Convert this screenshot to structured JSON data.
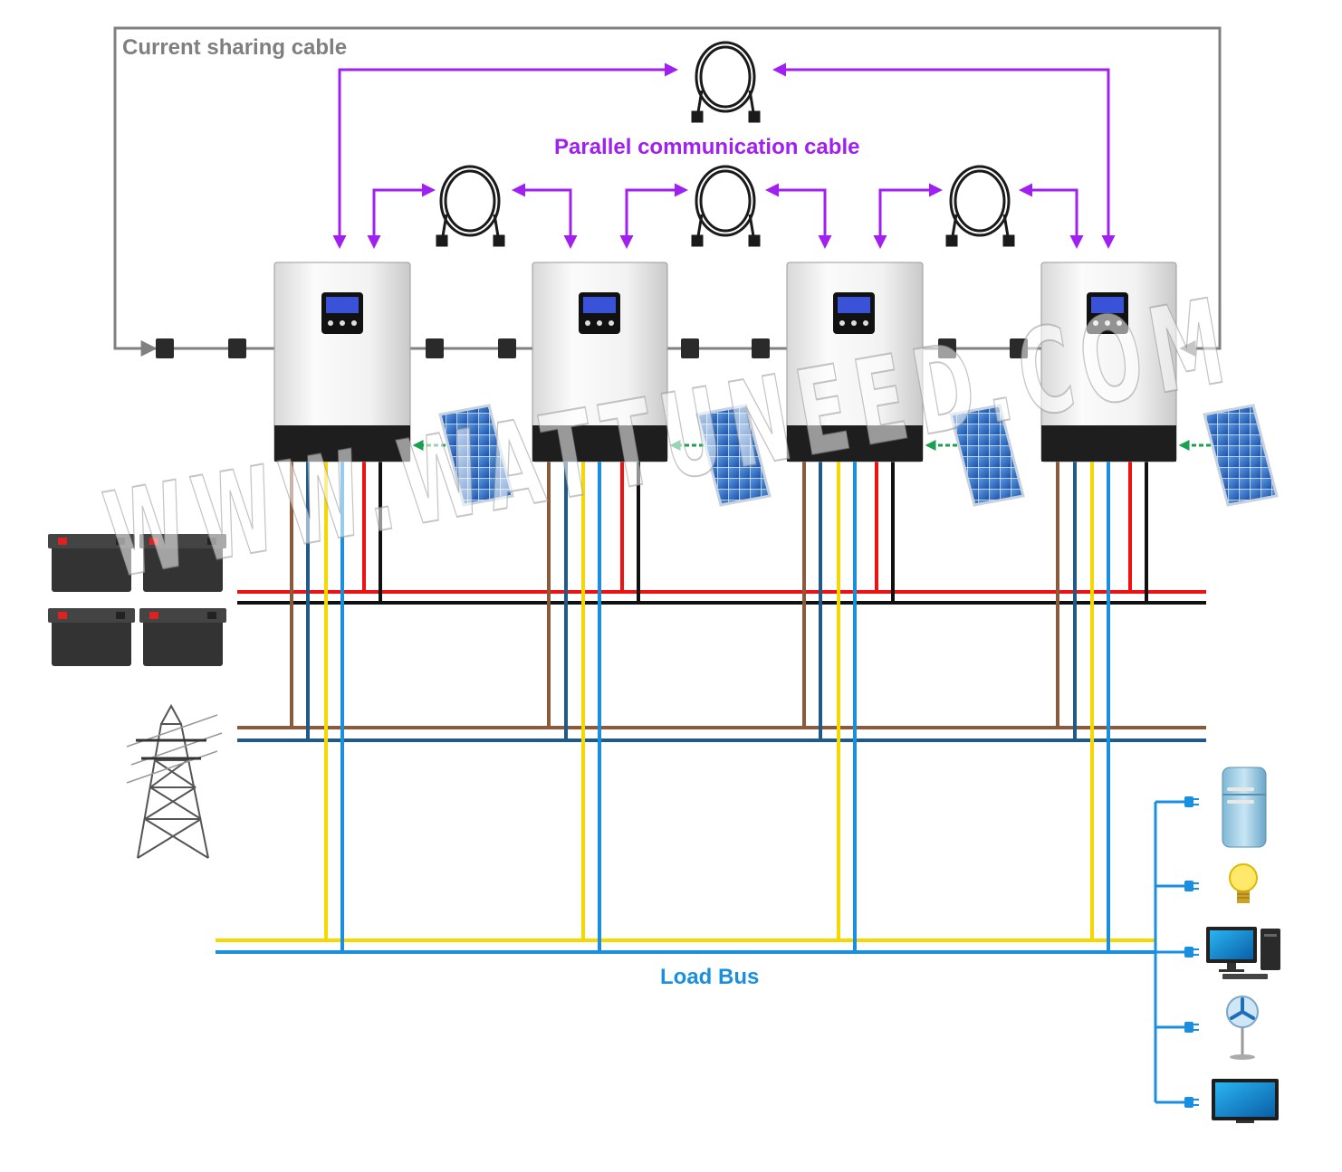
{
  "labels": {
    "current_sharing": "Current sharing cable",
    "parallel_comm": "Parallel communication cable",
    "load_bus": "Load Bus"
  },
  "watermark": "WWW.WATTUNEED.COM",
  "colors": {
    "current_sharing": "#808080",
    "parallel_comm": "#a020f0",
    "battery_pos": "#ee1111",
    "battery_neg": "#111111",
    "grid_line": "#8b5a3c",
    "grid_neutral": "#1f5a8a",
    "load_line": "#f5d800",
    "load_neutral": "#1a8fe0",
    "pv_arrow": "#1aa050"
  },
  "icons": {
    "inverters": "inverter-icon",
    "solar": "solar-panel-icon",
    "battery": "battery-icon",
    "grid": "power-tower-icon",
    "cable": "cable-coil-icon",
    "fridge": "fridge-icon",
    "bulb": "light-bulb-icon",
    "computer": "computer-icon",
    "fan": "fan-icon",
    "tv": "tv-icon"
  }
}
